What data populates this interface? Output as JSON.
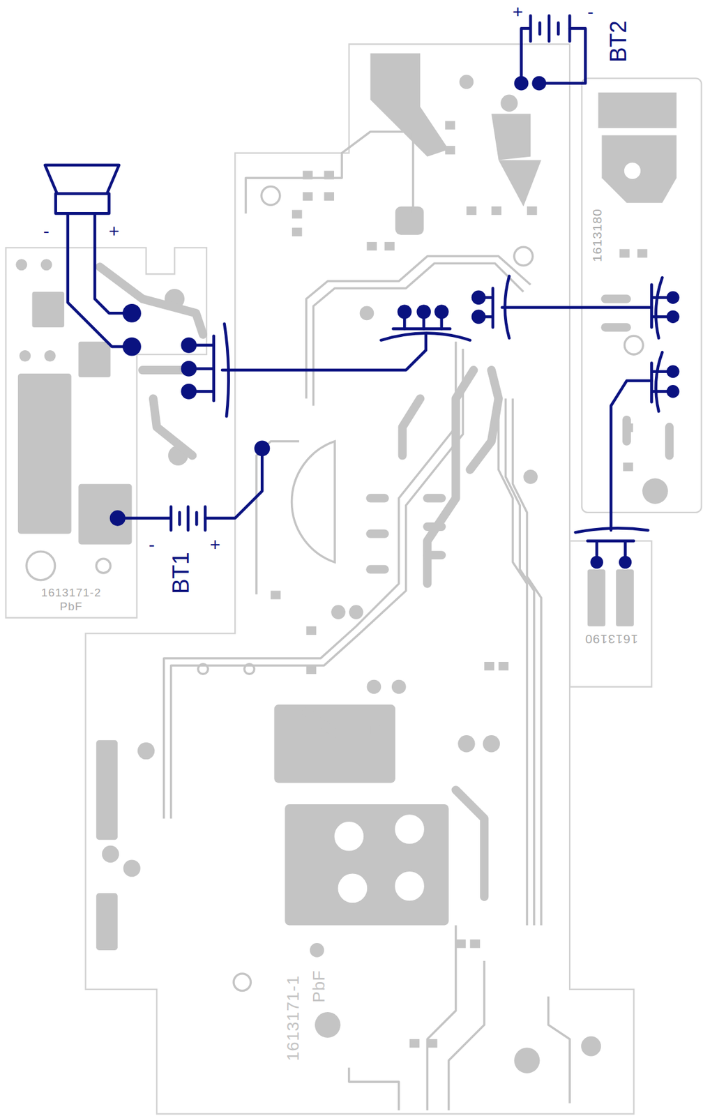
{
  "diagram": {
    "labels": [
      "+",
      "-",
      "BT2",
      "-",
      "+",
      "1613180",
      "-",
      "+",
      "BT1",
      "1613171-2",
      "PbF",
      "1613190",
      "1613171-1",
      "PbF"
    ]
  }
}
